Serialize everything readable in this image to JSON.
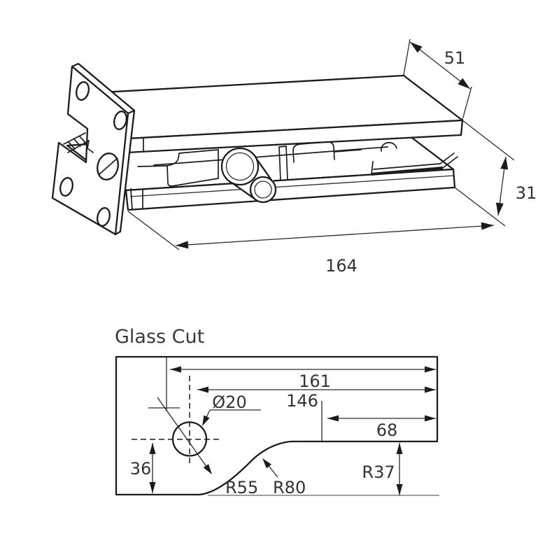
{
  "drawing": {
    "iso": {
      "dim_width": "51",
      "dim_height": "31",
      "dim_length": "164"
    },
    "glass_cut": {
      "title": "Glass Cut",
      "dim_161": "161",
      "dim_146": "146",
      "dim_68": "68",
      "hole_dia": "Ø20",
      "dim_36": "36",
      "radius_55": "R55",
      "radius_80": "R80",
      "radius_37": "R37"
    },
    "colors": {
      "line": "#1c1c1c",
      "text": "#333333",
      "title_text": "#3a3a3a",
      "baseline_gray": "#a0a0a0",
      "background": "#ffffff"
    }
  }
}
